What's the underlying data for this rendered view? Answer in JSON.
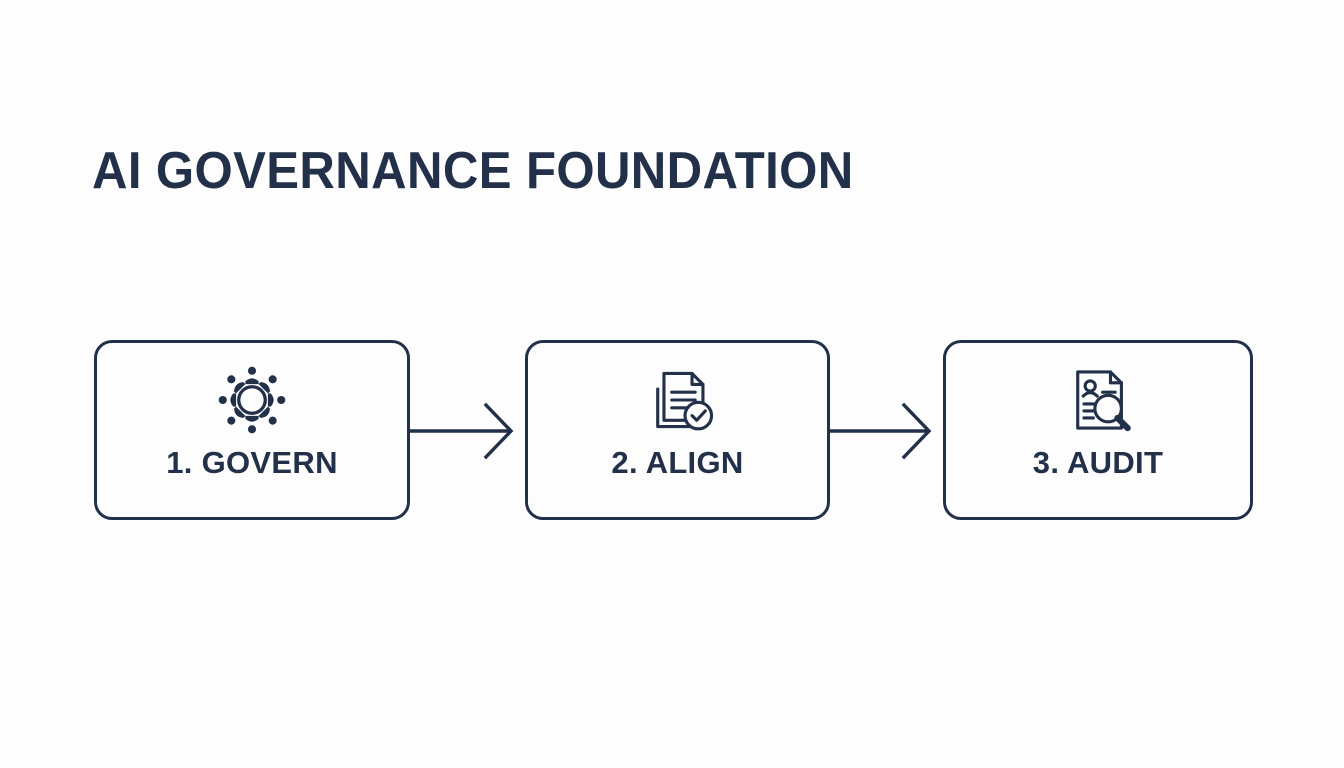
{
  "slide": {
    "title": "AI GOVERNANCE FOUNDATION",
    "background_color": "#fdfdfd",
    "accent_color": "#22304a"
  },
  "flow": {
    "steps": [
      {
        "label": "1. GOVERN",
        "icon": "roundtable-people-icon",
        "icon_description": "eight people seated around a round table"
      },
      {
        "label": "2. ALIGN",
        "icon": "document-check-icon",
        "icon_description": "document with folded corner and check-circle badge"
      },
      {
        "label": "3. AUDIT",
        "icon": "document-magnifier-icon",
        "icon_description": "profile document inspected with a magnifying glass"
      }
    ],
    "connectors": [
      {
        "icon": "arrow-right-icon"
      },
      {
        "icon": "arrow-right-icon"
      }
    ]
  }
}
